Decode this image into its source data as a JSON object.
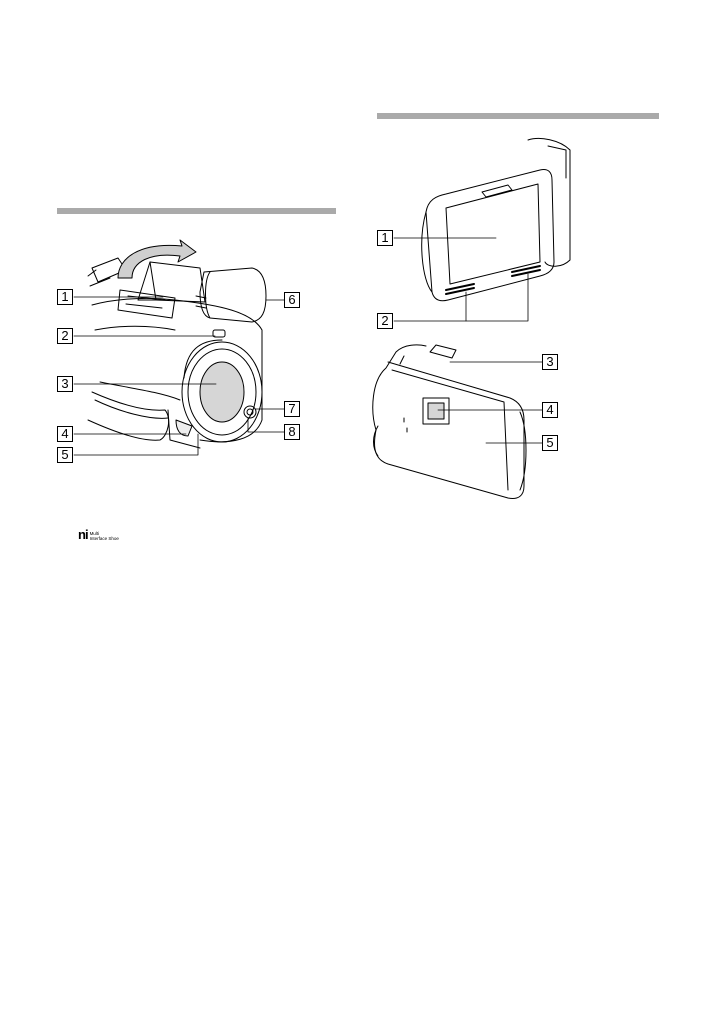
{
  "left_figure": {
    "callouts": [
      "1",
      "2",
      "3",
      "4",
      "5",
      "6",
      "7",
      "8"
    ]
  },
  "right_figure": {
    "top_callouts": [
      "1",
      "2"
    ],
    "bottom_callouts": [
      "3",
      "4",
      "5"
    ]
  },
  "logo": {
    "line1": "Multi",
    "line2": "Interface Shoe"
  },
  "colors": {
    "rule": "#aaaaaa",
    "line": "#000000"
  }
}
